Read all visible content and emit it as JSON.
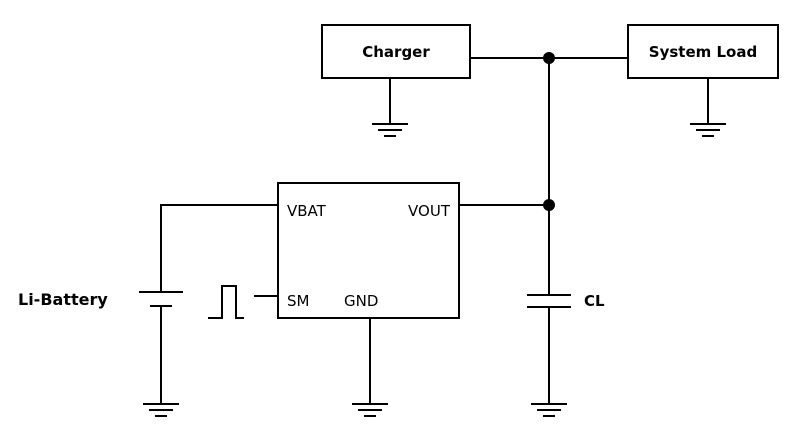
{
  "blocks": {
    "charger": "Charger",
    "system_load": "System Load"
  },
  "ic": {
    "pin_vbat": "VBAT",
    "pin_vout": "VOUT",
    "pin_sm": "SM",
    "pin_gnd": "GND"
  },
  "components": {
    "battery": "Li-Battery",
    "capacitor": "CL"
  },
  "colors": {
    "line": "#000000",
    "background": "#ffffff"
  }
}
